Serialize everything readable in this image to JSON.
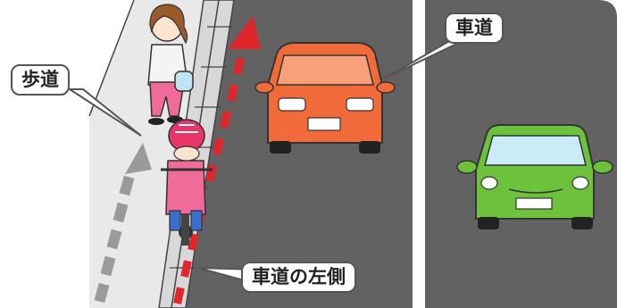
{
  "labels": {
    "sidewalk": "歩道",
    "roadway": "車道",
    "road_left_side": "車道の左側"
  },
  "colors": {
    "road": "#636263",
    "sidewalk": "#e9e9ea",
    "red_car": "#f06a3a",
    "green_car": "#6cc23a",
    "cyclist_helmet": "#e8356a",
    "arrow_red": "#e0252b",
    "arrow_gray": "#9a9a9a"
  },
  "icons": [
    "pedestrian-woman-icon",
    "cyclist-child-icon",
    "red-car-icon",
    "green-car-icon",
    "arrow-up-icon"
  ]
}
